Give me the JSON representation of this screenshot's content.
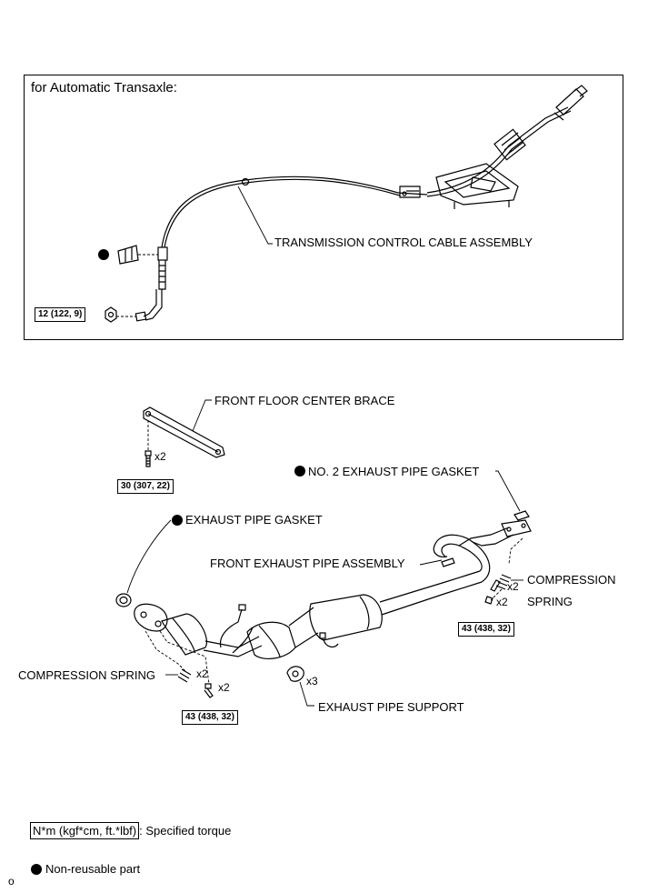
{
  "upper_panel": {
    "title": "for Automatic Transaxle:",
    "cable_label": "TRANSMISSION CONTROL CABLE ASSEMBLY",
    "torque": "12 (122, 9)"
  },
  "lower": {
    "brace_label": "FRONT FLOOR CENTER BRACE",
    "brace_qty": "x2",
    "brace_torque": "30 (307, 22)",
    "no2_gasket_label": "NO. 2 EXHAUST PIPE GASKET",
    "gasket_label": "EXHAUST PIPE GASKET",
    "front_pipe_label": "FRONT EXHAUST PIPE ASSEMBLY",
    "comp_spring_right_line1": "COMPRESSION",
    "comp_spring_right_line2": "SPRING",
    "right_spring_qty": "x2",
    "right_bolt_qty": "x2",
    "right_torque": "43 (438, 32)",
    "comp_spring_left_label": "COMPRESSION SPRING",
    "left_spring_qty": "x2",
    "left_bolt_qty": "x2",
    "left_torque": "43 (438, 32)",
    "support_qty": "x3",
    "support_label": "EXHAUST PIPE SUPPORT"
  },
  "legend": {
    "torque_box": "N*m (kgf*cm, ft.*lbf)",
    "torque_text": ": Specified torque",
    "nonreusable_text": "Non-reusable part"
  },
  "page_mark": "o"
}
